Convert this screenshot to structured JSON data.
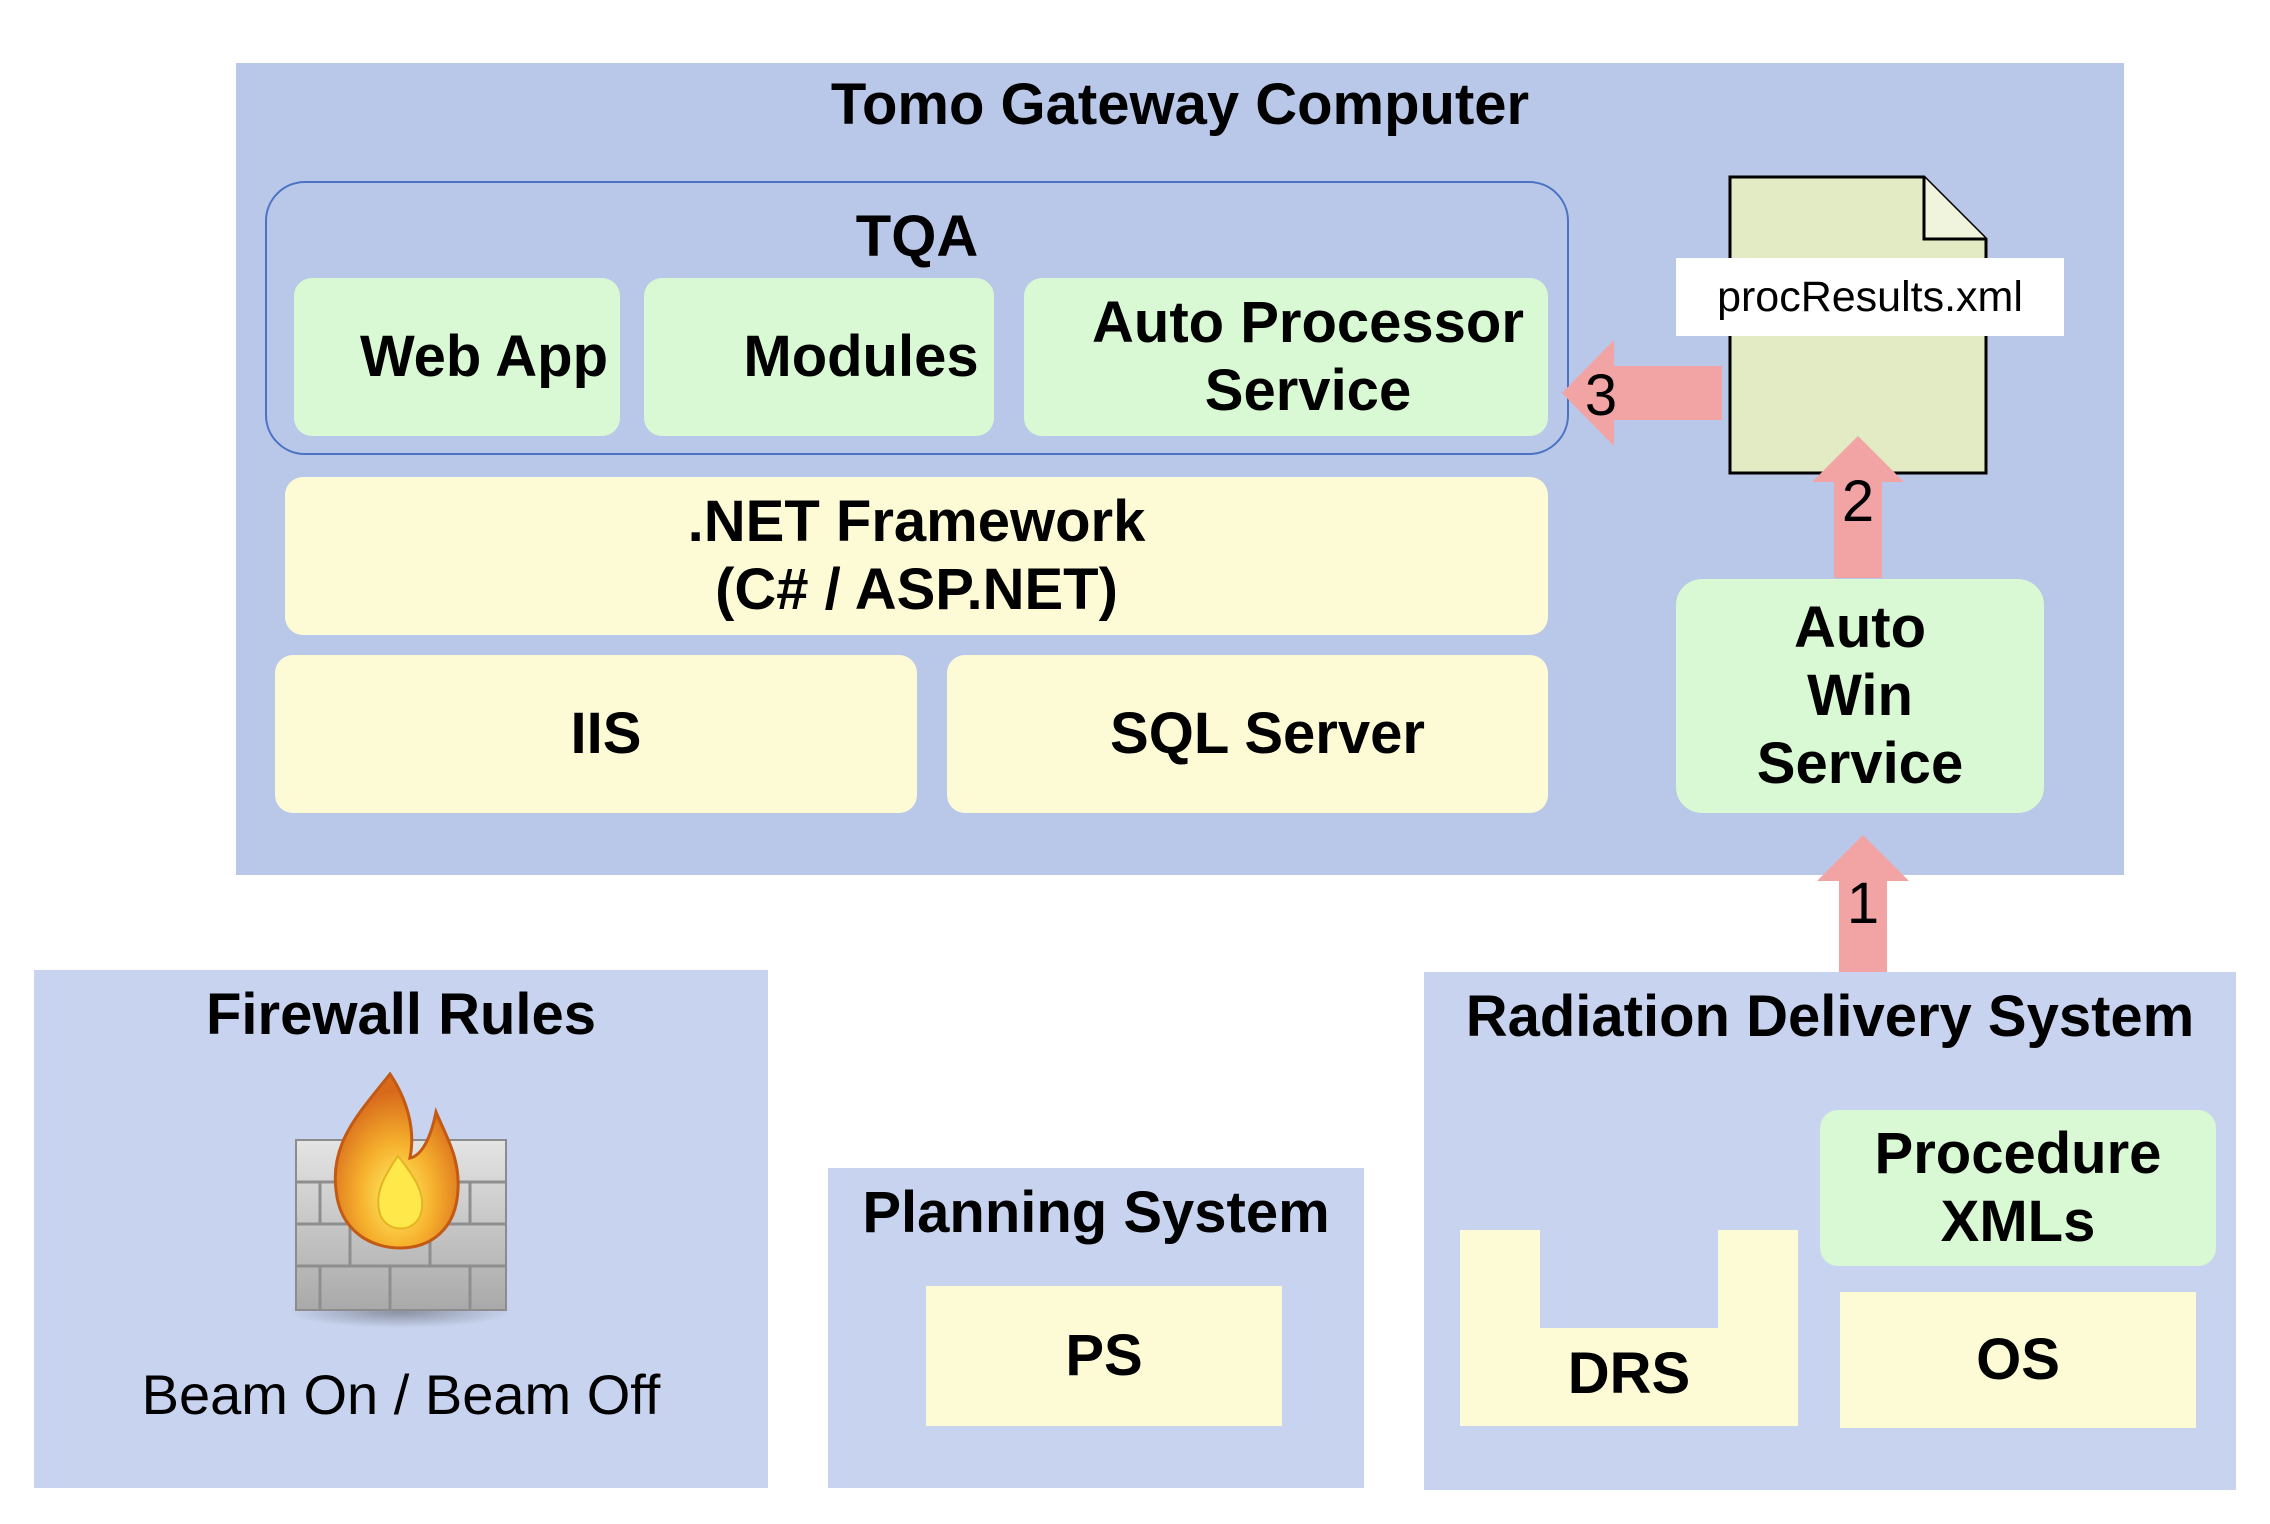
{
  "gateway": {
    "title": "Tomo Gateway Computer",
    "tqa": {
      "title": "TQA",
      "web_app": "Web App",
      "modules": "Modules",
      "auto_processor_line1": "Auto Processor",
      "auto_processor_line2": "Service"
    },
    "net_line1": ".NET Framework",
    "net_line2": "(C# / ASP.NET)",
    "iis": "IIS",
    "sql": "SQL Server",
    "file_label": "procResults.xml",
    "auto_win_line1": "Auto",
    "auto_win_line2": "Win",
    "auto_win_line3": "Service"
  },
  "arrows": {
    "one": "1",
    "two": "2",
    "three": "3"
  },
  "firewall": {
    "title": "Firewall Rules",
    "caption": "Beam On / Beam Off",
    "icon": "firewall-icon"
  },
  "planning": {
    "title": "Planning System",
    "ps": "PS"
  },
  "rds": {
    "title": "Radiation Delivery System",
    "proc_line1": "Procedure",
    "proc_line2": "XMLs",
    "drs": "DRS",
    "os": "OS"
  },
  "colors": {
    "container": "#b9c7e8",
    "green": "#d9f8d4",
    "yellow": "#fdfbd5",
    "arrow": "#f2a3a3",
    "file": "#e2ebc4"
  }
}
